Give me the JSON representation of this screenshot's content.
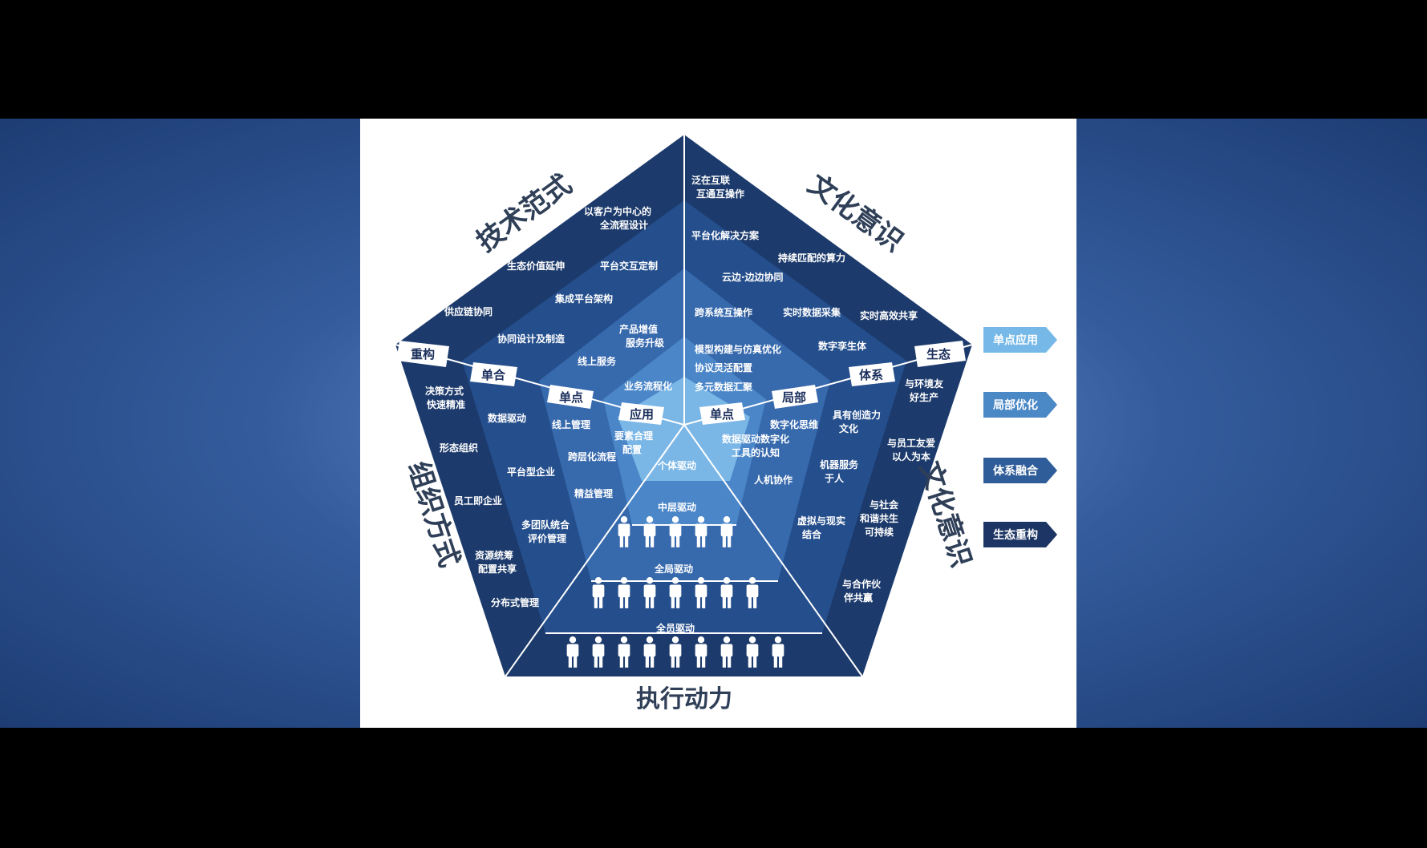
{
  "sides": {
    "top_left": "技术范式",
    "top_right": "文化意识",
    "right": "文化意识",
    "left": "组织方式",
    "bottom": "执行动力"
  },
  "ring_tags": {
    "outer_left": "重构",
    "outer_right": "生态",
    "ring2_left": "单合",
    "ring2_right": "体系",
    "ring3_left": "单点",
    "ring3_right": "局部",
    "center_left": "应用",
    "center_right": "单点"
  },
  "items": {
    "tech": [
      "以客户为中心的",
      "全流程设计",
      "生态价值延伸",
      "平台交互定制",
      "集成平台架构",
      "供应链协同",
      "协同设计及制造",
      "产品增值",
      "服务升级",
      "线上服务",
      "业务流程化"
    ],
    "culture_top": [
      "泛在互联",
      "互通互操作",
      "平台化解决方案",
      "持续匹配的算力",
      "云边·边边协同",
      "跨系统互操作",
      "实时数据采集",
      "实时高效共享",
      "模型构建与仿真优化",
      "数字孪生体",
      "协议灵活配置",
      "多元数据汇聚"
    ],
    "culture_right": [
      "与环境友",
      "好生产",
      "具有创造力",
      "文化",
      "与员工友爱",
      "以人为本",
      "数字化思维",
      "数据驱动数字化",
      "工具的认知",
      "机器服务",
      "于人",
      "人机协作",
      "与社会",
      "和谐共生",
      "可持续",
      "虚拟与现实",
      "结合",
      "与合作伙",
      "伴共赢"
    ],
    "org": [
      "决策方式",
      "快速精准",
      "形态组织",
      "员工即企业",
      "资源统筹",
      "配置共享",
      "分布式管理",
      "数据驱动",
      "平台型企业",
      "多团队统合",
      "评价管理",
      "线上管理",
      "跨层化流程",
      "精益管理",
      "要素合理",
      "配置"
    ],
    "exec": [
      "个体驱动",
      "中层驱动",
      "全局驱动",
      "全员驱动"
    ]
  },
  "legend": [
    "单点应用",
    "局部优化",
    "体系融合",
    "生态重构"
  ],
  "colors": {
    "ring1": "#1c3a6b",
    "ring2": "#244e8c",
    "ring3": "#3769ad",
    "ring4": "#4a86c8",
    "ring5": "#7ab6e6",
    "legend": [
      "#76b9e8",
      "#4b88c6",
      "#2f5d9a",
      "#1d3564"
    ]
  }
}
